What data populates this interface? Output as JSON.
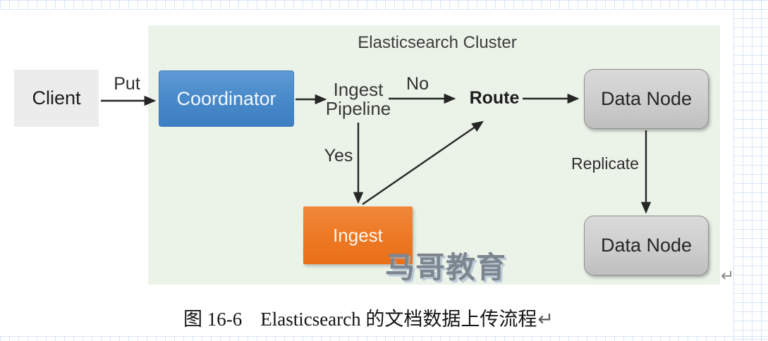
{
  "diagram": {
    "title": "Elasticsearch Cluster",
    "nodes": {
      "client": {
        "label": "Client"
      },
      "coordinator": {
        "label": "Coordinator"
      },
      "ingest_pipeline": {
        "label": "Ingest Pipeline"
      },
      "route": {
        "label": "Route"
      },
      "ingest": {
        "label": "Ingest"
      },
      "data_node_primary": {
        "label": "Data Node"
      },
      "data_node_replica": {
        "label": "Data Node"
      }
    },
    "edge_labels": {
      "put": "Put",
      "no": "No",
      "yes": "Yes",
      "replicate": "Replicate"
    },
    "watermark": "马哥教育",
    "paragraph_mark": "↵"
  },
  "caption": {
    "figure_number": "图 16-6",
    "title": "Elasticsearch 的文档数据上传流程",
    "paragraph_mark": "↵"
  },
  "colors": {
    "panel_background": "#ebf3e9",
    "coordinator_blue": "#4a8bca",
    "ingest_orange": "#ed7824",
    "data_node_gray": "#cdcdcd",
    "client_gray": "#ececec",
    "arrow_black": "#262626",
    "grid_blue": "#d3e2f6",
    "watermark_gray": "#7d868e"
  }
}
